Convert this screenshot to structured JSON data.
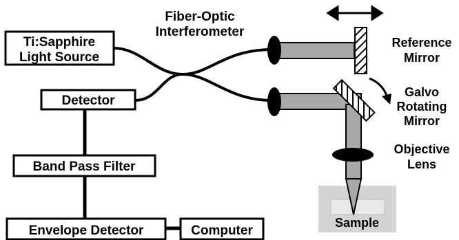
{
  "labels": {
    "interferometer_line1": "Fiber-Optic",
    "interferometer_line2": "Interferometer",
    "source_line1": "Ti:Sapphire",
    "source_line2": "Light Source",
    "detector": "Detector",
    "band_pass": "Band Pass Filter",
    "envelope": "Envelope Detector",
    "computer": "Computer",
    "ref_mirror_line1": "Reference",
    "ref_mirror_line2": "Mirror",
    "galvo_line1": "Galvo",
    "galvo_line2": "Rotating",
    "galvo_line3": "Mirror",
    "objective_line1": "Objective",
    "objective_line2": "Lens",
    "sample": "Sample"
  },
  "colors": {
    "beam": "#a9a9a9",
    "sample_bg": "#d4d4d4",
    "line": "#000000"
  }
}
